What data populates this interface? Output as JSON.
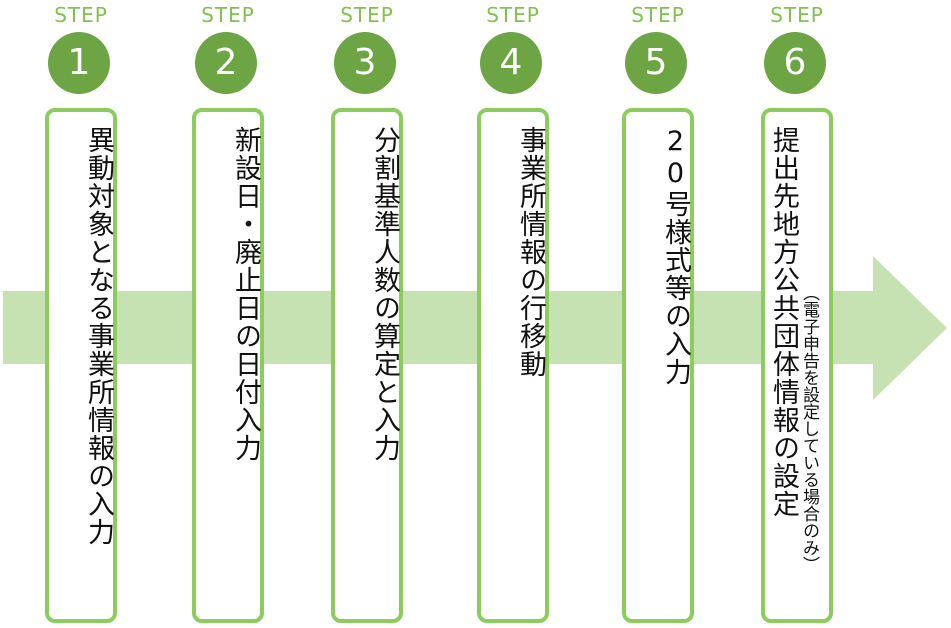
{
  "diagram": {
    "step_label": "STEP",
    "steps": [
      {
        "number": "1",
        "text": "異動対象となる事業所情報の入力"
      },
      {
        "number": "2",
        "text": "新設日・廃止日の日付入力"
      },
      {
        "number": "3",
        "text": "分割基準人数の算定と入力"
      },
      {
        "number": "4",
        "text": "事業所情報の行移動"
      },
      {
        "number": "5",
        "text": "20号様式等の入力"
      },
      {
        "number": "6",
        "text": "提出先地方公共団体情報の設定",
        "note": "（電子申告を設定している場合のみ）"
      }
    ]
  },
  "colors": {
    "label_green": "#7fc24f",
    "circle_green": "#6da544",
    "border_green": "#8ccc5c",
    "arrow_green": "#c6e2b3"
  }
}
